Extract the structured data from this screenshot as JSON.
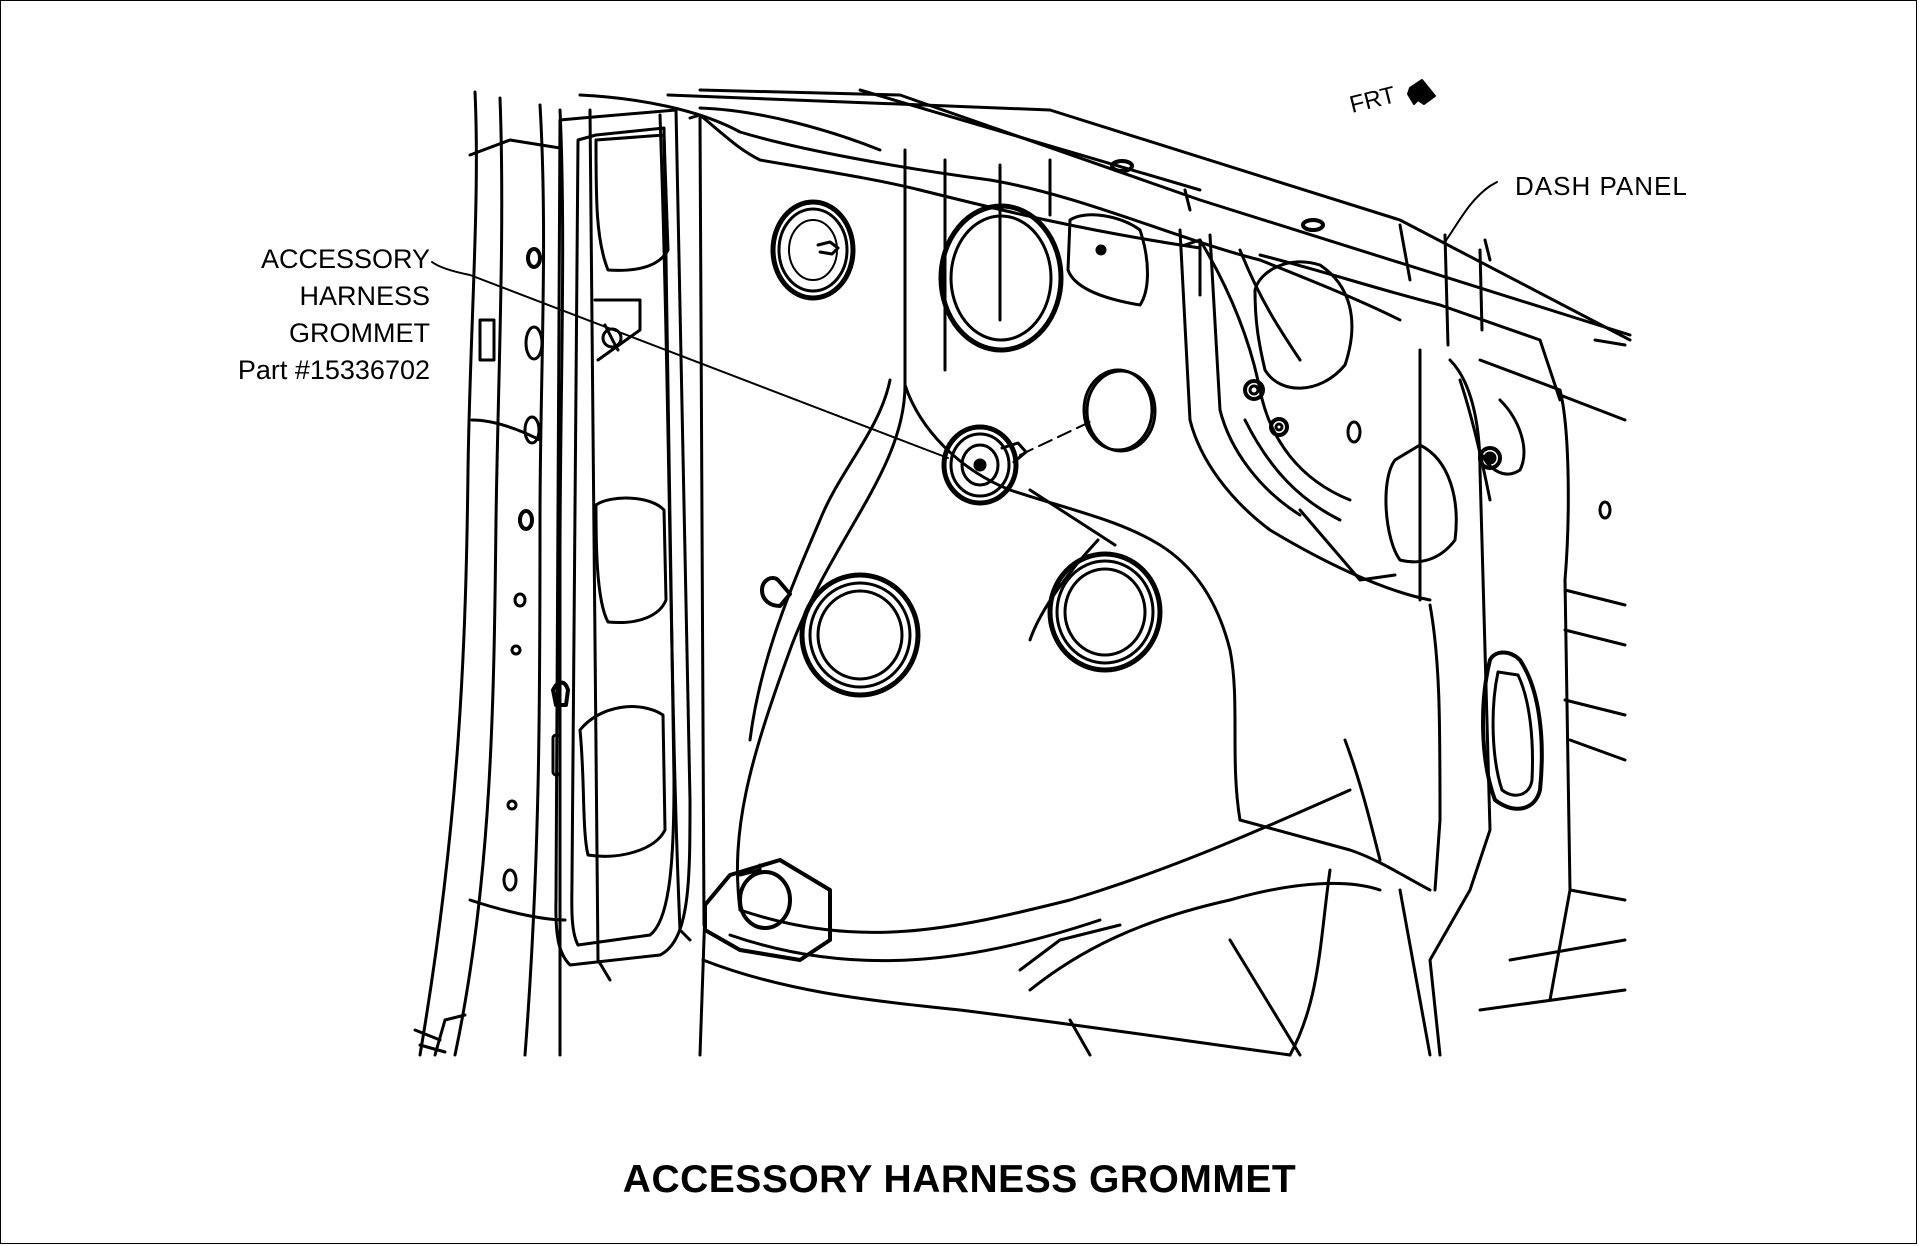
{
  "figure": {
    "caption": "ACCESSORY HARNESS GROMMET",
    "labels": {
      "frt": "FRT",
      "dash_panel": "DASH PANEL",
      "grommet_callout": {
        "line1": "ACCESSORY",
        "line2": "HARNESS",
        "line3": "GROMMET",
        "line4": "Part #15336702"
      }
    },
    "icons": [
      "front-direction-arrow-icon"
    ],
    "colors": {
      "ink": "#000000",
      "paper": "#ffffff"
    }
  }
}
